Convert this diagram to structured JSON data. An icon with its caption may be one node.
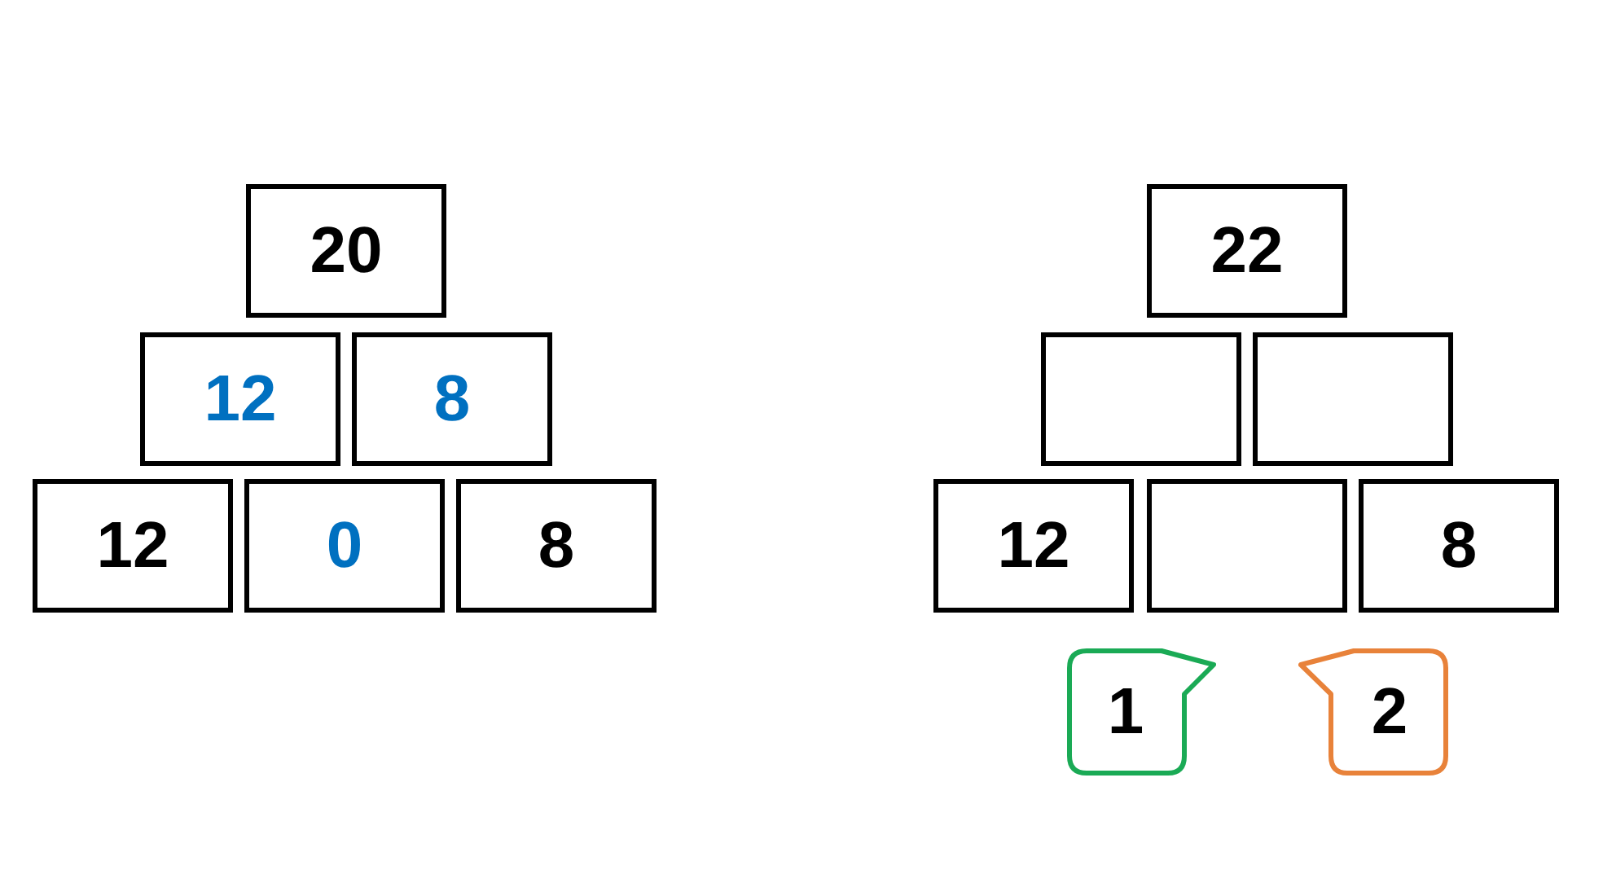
{
  "diagram": {
    "nodes": [
      {
        "text": [
          "20"
        ]
      },
      {
        "text": [
          "12"
        ]
      },
      {
        "text": [
          "8"
        ]
      },
      {
        "text": [
          "12"
        ]
      },
      {
        "text": [
          "0"
        ]
      },
      {
        "text": [
          "8"
        ]
      },
      {
        "text": [
          "22"
        ]
      },
      {
        "text": [],
        "shape": "box"
      },
      {
        "text": [],
        "shape": "box"
      },
      {
        "text": [
          "12"
        ]
      },
      {
        "text": [],
        "shape": "box"
      },
      {
        "text": [
          "8"
        ]
      },
      {
        "text": [
          "1"
        ]
      },
      {
        "text": [
          "2"
        ]
      }
    ]
  }
}
